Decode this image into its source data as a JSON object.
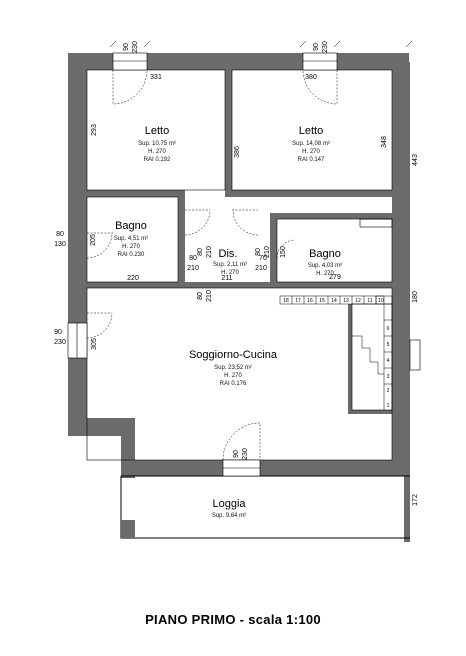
{
  "caption": "PIANO PRIMO - scala 1:100",
  "rooms": [
    {
      "name": "Letto",
      "sup": "Sup. 10,75 m²",
      "h": "H. 270",
      "rai": "RAI 0.192"
    },
    {
      "name": "Letto",
      "sup": "Sup. 14,08 m²",
      "h": "H. 270",
      "rai": "RAI 0.147"
    },
    {
      "name": "Bagno",
      "sup": "Sup. 4,51 m²",
      "h": "H. 270",
      "rai": "RAI 0.230"
    },
    {
      "name": "Dis.",
      "sup": "Sup. 2,11 m²",
      "h": "H. 270",
      "rai": ""
    },
    {
      "name": "Bagno",
      "sup": "Sup. 4,03 m²",
      "h": "H. 270",
      "rai": ""
    },
    {
      "name": "Soggiorno-Cucina",
      "sup": "Sup. 23,52 m²",
      "h": "H. 270",
      "rai": "RAI 0.176"
    },
    {
      "name": "Loggia",
      "sup": "Sup. 9,64 m²",
      "h": "",
      "rai": ""
    }
  ],
  "dims": {
    "win1_w": "90",
    "win1_h": "230",
    "win2_w": "90",
    "win2_h": "230",
    "d331": "331",
    "d380": "380",
    "d293": "293",
    "d386": "386",
    "d348": "348",
    "d443": "443",
    "door_b1_w": "80",
    "door_b1_h": "130",
    "d205": "205",
    "d220": "220",
    "d80a": "80",
    "d210a": "210",
    "d80b": "80",
    "d210b": "210",
    "d80c": "80",
    "d210c": "210",
    "d210d": "210",
    "d70": "70",
    "d150": "150",
    "d211": "211",
    "d279": "279",
    "d80d": "80",
    "d210e": "210",
    "d180": "180",
    "win3_w": "90",
    "win3_h": "230",
    "d305": "305",
    "win4_w": "90",
    "win4_h": "230",
    "d172": "172"
  },
  "stairs_top": [
    "18",
    "17",
    "16",
    "15",
    "14",
    "13",
    "12",
    "11",
    "10"
  ],
  "stairs_side": [
    "1",
    "2",
    "3",
    "4",
    "5",
    "6"
  ],
  "colors": {
    "wall": "#6b6b6b",
    "line": "#000000",
    "background": "#ffffff"
  }
}
